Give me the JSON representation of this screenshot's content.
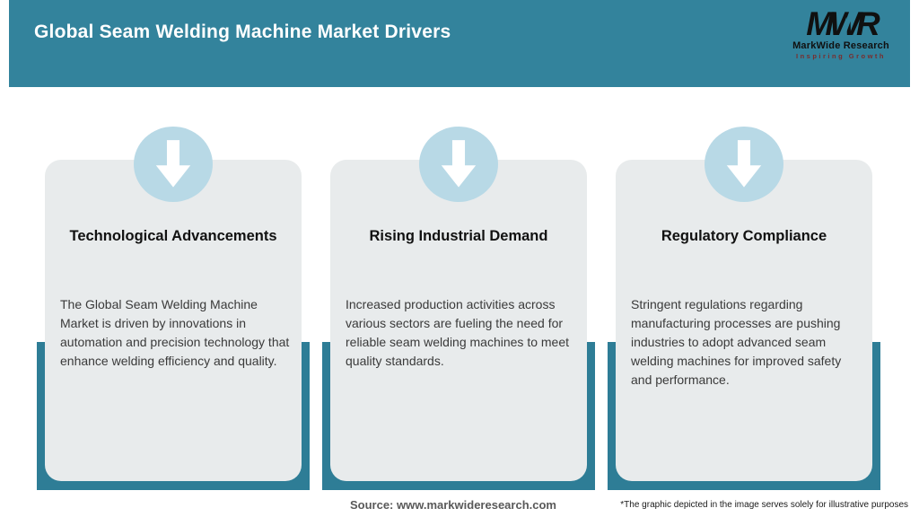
{
  "header": {
    "title": "Global Seam Welding Machine Market Drivers"
  },
  "logo": {
    "acronym": "MWR",
    "company": "MarkWide Research",
    "tagline": "Inspiring Growth"
  },
  "cards": [
    {
      "title": "Technological Advancements",
      "description": "The Global Seam Welding Machine Market is driven by innovations in automation and precision technology that enhance welding efficiency and quality."
    },
    {
      "title": "Rising Industrial Demand",
      "description": "Increased production activities across various sectors are fueling the need for reliable seam welding machines to meet quality standards."
    },
    {
      "title": "Regulatory Compliance",
      "description": "Stringent regulations regarding manufacturing processes are pushing industries to adopt advanced seam welding machines for improved safety and performance."
    }
  ],
  "footer": {
    "source": "Source: www.markwideresearch.com",
    "disclaimer": "*The graphic depicted in the image serves solely for illustrative purposes"
  },
  "colors": {
    "header-teal": "#33839C",
    "frame-teal": "#2E7D96",
    "card-gray": "#E8EBEC",
    "circle-blue": "#B8D9E6",
    "arrow-white": "#FFFFFF",
    "title-black": "#111111",
    "body-gray": "#3A3A3A",
    "source-gray": "#595959",
    "tagline-maroon": "#7A2C2C"
  }
}
